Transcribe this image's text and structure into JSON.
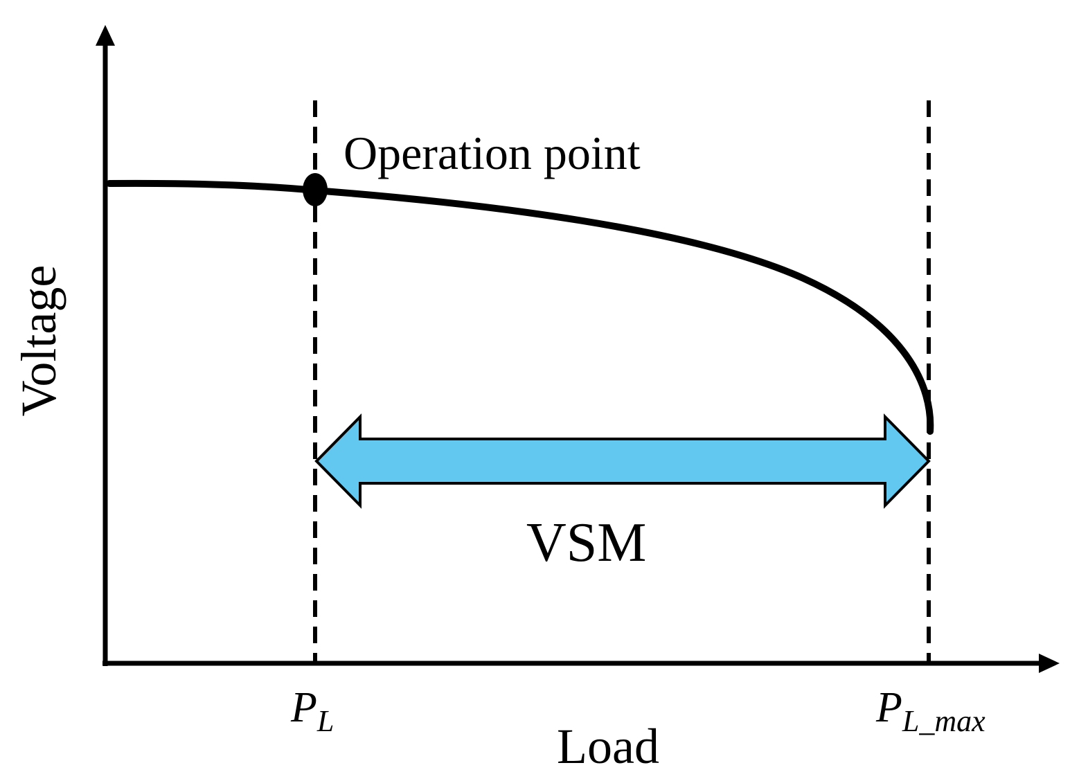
{
  "diagram": {
    "y_axis_label": "Voltage",
    "x_axis_label": "Load",
    "operation_point_label": "Operation point",
    "margin_label": "VSM",
    "pl_label": {
      "main": "P",
      "sub": "L"
    },
    "pl_max_label": {
      "main": "P",
      "sub": "L_max"
    },
    "colors": {
      "axis": "#000000",
      "curve": "#000000",
      "arrow_fill": "#62c8f0",
      "arrow_stroke": "#000000",
      "background": "#ffffff"
    }
  }
}
